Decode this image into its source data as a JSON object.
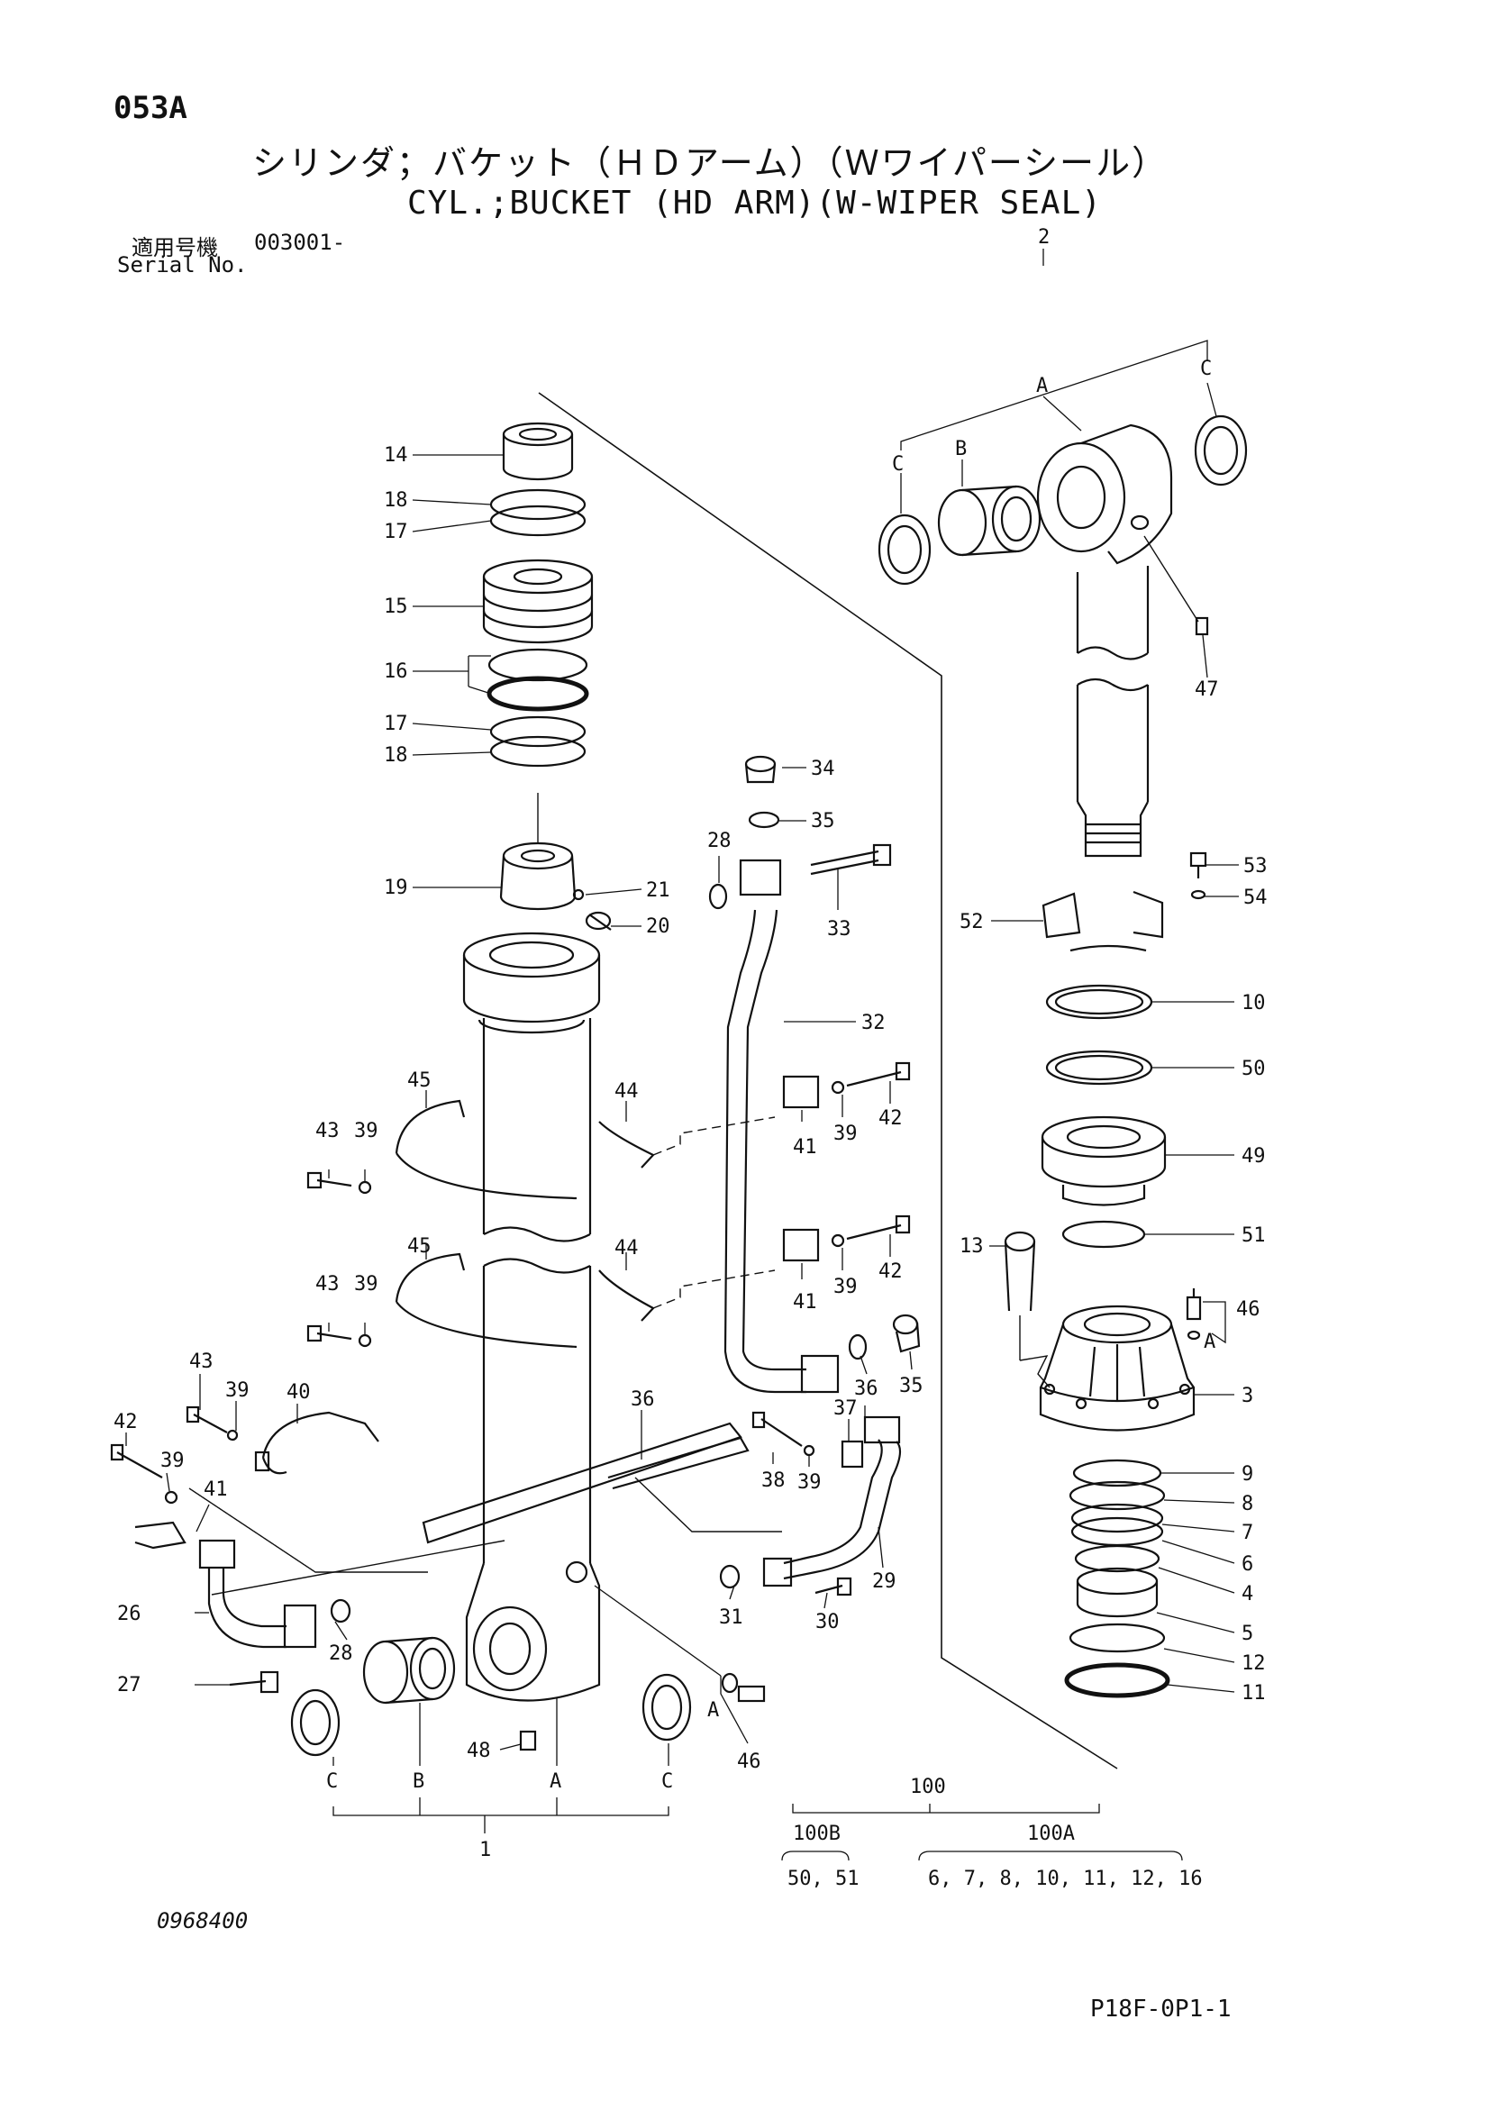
{
  "header": {
    "page_code": "053A",
    "title_jp": "シリンダ；バケット（ＨＤアーム）（Ｗワイパーシール）",
    "title_en": "CYL.;BUCKET (HD ARM)(W-WIPER SEAL)",
    "serial_label_jp": "適用号機",
    "serial_value": "003001-",
    "serial_label_en": "Serial No."
  },
  "callouts": [
    "14",
    "18",
    "17",
    "15",
    "16",
    "17",
    "18",
    "19",
    "21",
    "20",
    "34",
    "35",
    "28",
    "33",
    "32",
    "45",
    "44",
    "43",
    "39",
    "42",
    "39",
    "41",
    "45",
    "44",
    "43",
    "39",
    "42",
    "39",
    "41",
    "43",
    "39",
    "40",
    "42",
    "39",
    "41",
    "36",
    "37",
    "38",
    "39",
    "26",
    "28",
    "27",
    "48",
    "36",
    "35",
    "31",
    "30",
    "29",
    "46",
    "2",
    "C",
    "B",
    "A",
    "C",
    "47",
    "53",
    "54",
    "52",
    "10",
    "50",
    "49",
    "51",
    "13",
    "46",
    "A",
    "3",
    "9",
    "8",
    "7",
    "6",
    "4",
    "5",
    "12",
    "11",
    "C",
    "B",
    "A",
    "C",
    "1",
    "A"
  ],
  "kits": {
    "parent": "100",
    "sub_b_label": "100B",
    "sub_b_contents": "50, 51",
    "sub_a_label": "100A",
    "sub_a_contents": "6, 7, 8, 10, 11, 12, 16"
  },
  "footer": {
    "drawing_number": "0968400",
    "page_ref": "P18F-0P1-1"
  }
}
